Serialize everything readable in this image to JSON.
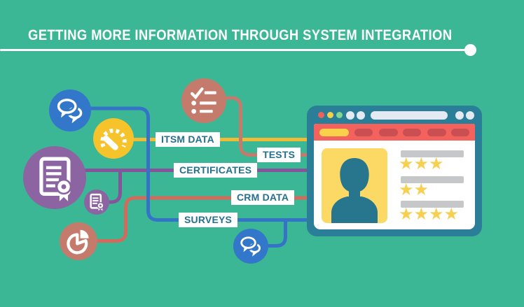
{
  "title": "GETTING MORE INFORMATION THROUGH SYSTEM INTEGRATION",
  "connections": [
    {
      "label": "ITSM DATA",
      "source_icon": "gauge-icon"
    },
    {
      "label": "TESTS",
      "source_icon": "checklist-icon"
    },
    {
      "label": "CERTIFICATES",
      "source_icon": "certificate-icon"
    },
    {
      "label": "CRM DATA",
      "source_icon": "pie-chart-icon"
    },
    {
      "label": "SURVEYS",
      "source_icon": "speech-bubbles-icon"
    }
  ],
  "icons": [
    "speech-bubbles-icon",
    "gauge-icon",
    "certificate-icon",
    "certificate-small-icon",
    "pie-chart-icon",
    "checklist-icon",
    "speech-bubbles-icon"
  ],
  "browser": {
    "ratings": [
      {
        "stars": 3,
        "stars_text": "★★★"
      },
      {
        "stars": 2,
        "stars_text": "★★"
      },
      {
        "stars": 4,
        "stars_text": "★★★★"
      }
    ]
  },
  "colors": {
    "background": "#3bb795",
    "title_text": "#ffffff",
    "label_bg": "#ffffff",
    "label_text": "#26708f",
    "line_yellow": "#f2bb35",
    "line_coral": "#c57b6b",
    "line_purple": "#85549b",
    "line_red": "#d56a5c",
    "line_blue": "#3473c8",
    "circle_blue": "#3377cb",
    "circle_yellow": "#f6c32b",
    "circle_purple": "#8c64a2",
    "circle_coral": "#c57b6b",
    "browser_frame": "#2a7e98",
    "browser_toolbar": "#f4625e",
    "toolbar_button": "#ca4f52",
    "toolbar_button_active": "#f8d04a",
    "dot_red": "#f0605a",
    "dot_yellow": "#f7cf4b",
    "dot_green": "#83d690",
    "dot_light": "#e4e9f2",
    "profile_bg": "#fbd964",
    "person": "#27768d",
    "rating_bar": "#c5c7c9",
    "star": "#f7d052"
  }
}
